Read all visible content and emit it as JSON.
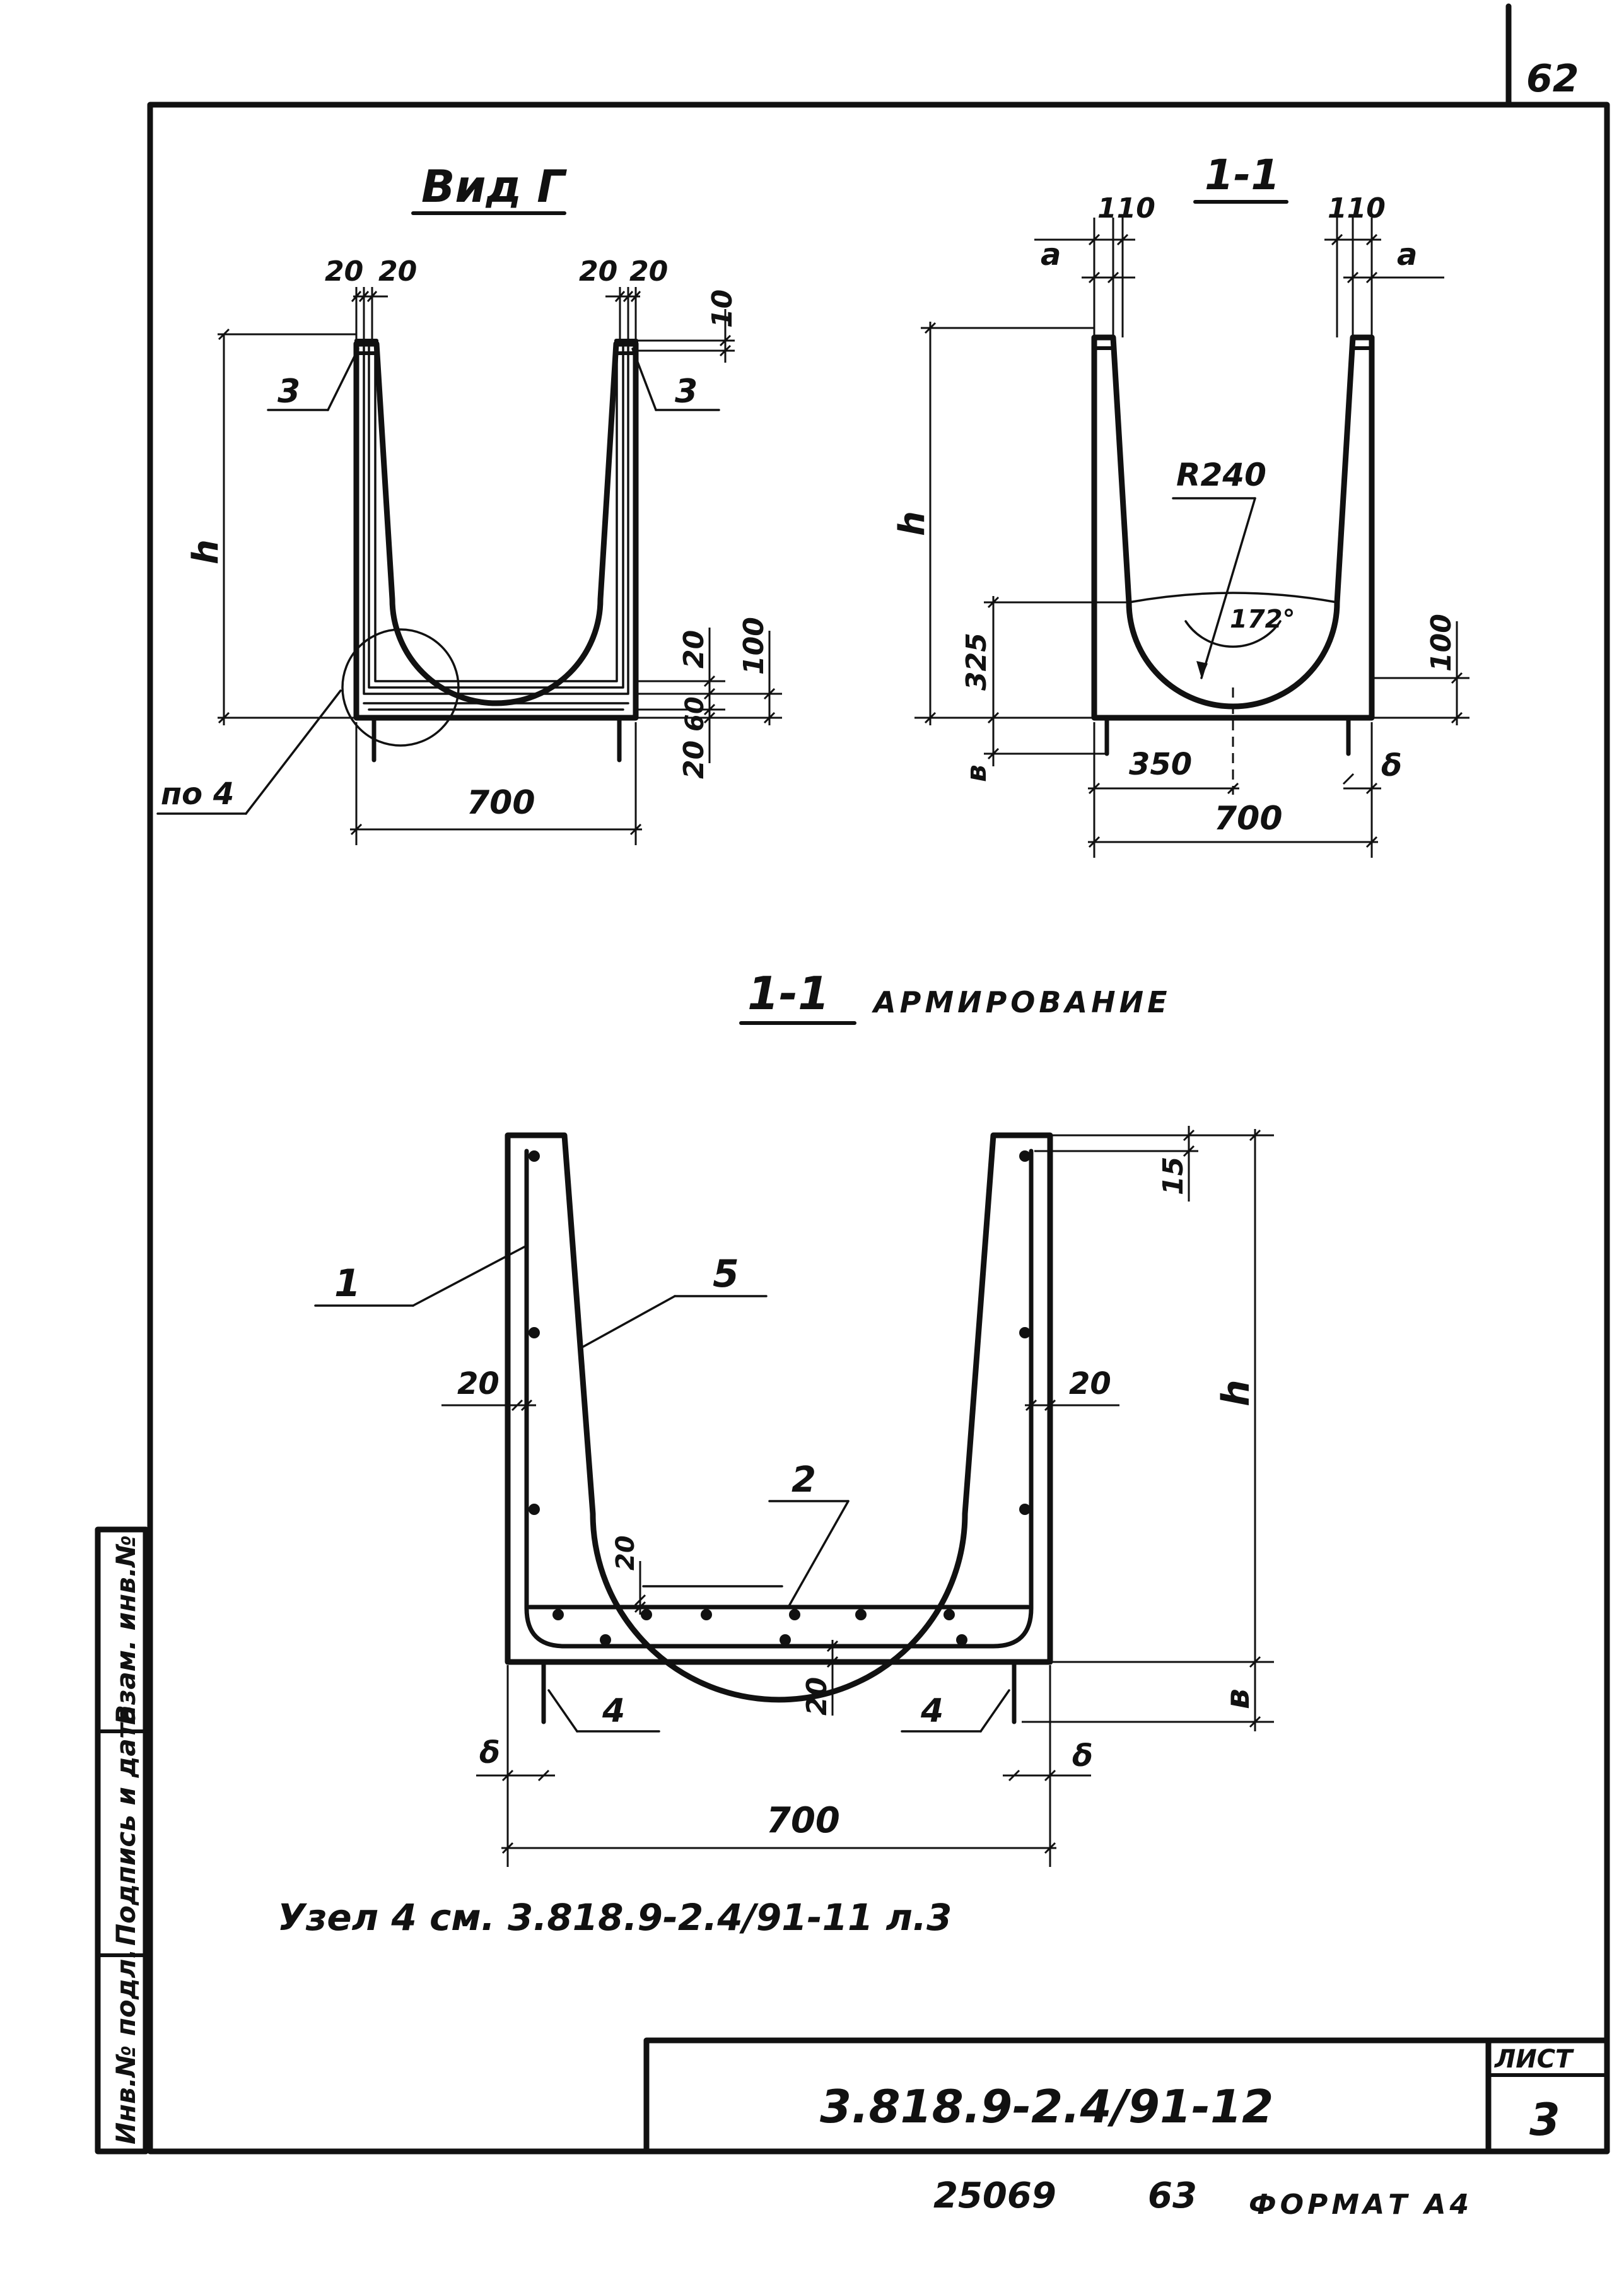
{
  "sheet": {
    "page_number": "62",
    "document_code": "3.818.9-2.4/91-12",
    "sheet_label": "ЛИСТ",
    "sheet_number": "3",
    "footer_code": "25069",
    "footer_number": "63",
    "footer_format": "ФОРМАТ А4",
    "side_stamp": {
      "cell1": "Инв.№ подл.",
      "cell2": "Подпись и дата",
      "cell3": "Взам. инв.№"
    }
  },
  "view_g": {
    "title": "Вид Г",
    "labels": {
      "dim_20a": "20",
      "dim_20b": "20",
      "dim_20c": "20",
      "dim_20d": "20",
      "dim_10": "10",
      "mark_3_left": "3",
      "mark_3_right": "3",
      "dim_h": "h",
      "dim_20_e": "20",
      "dim_100": "100",
      "dim_60": "60",
      "dim_20_f": "20",
      "node_ref": "по 4",
      "dim_700": "700"
    }
  },
  "section_1_1": {
    "title": "1-1",
    "labels": {
      "dim_110_left": "110",
      "dim_110_right": "110",
      "mark_a_left": "a",
      "mark_a_right": "a",
      "radius": "R240",
      "angle": "172°",
      "dim_h": "h",
      "dim_325": "325",
      "dim_100": "100",
      "dim_b": "в",
      "dim_350": "350",
      "dim_delta": "δ",
      "dim_700": "700"
    }
  },
  "reinforcement": {
    "title_num": "1-1",
    "title_text": "АРМИРОВАНИЕ",
    "labels": {
      "mark_1": "1",
      "mark_5": "5",
      "mark_2": "2",
      "dim_15": "15",
      "dim_20_left": "20",
      "dim_20_right": "20",
      "dim_h": "h",
      "dim_20_bottom_cover": "20",
      "dim_20_bottom": "20",
      "mark_4_left": "4",
      "mark_4_right": "4",
      "dim_b": "в",
      "dim_delta_left": "δ",
      "dim_delta_right": "δ",
      "dim_700": "700"
    },
    "note": "Узел 4 см. 3.818.9-2.4/91-11 л.3"
  }
}
